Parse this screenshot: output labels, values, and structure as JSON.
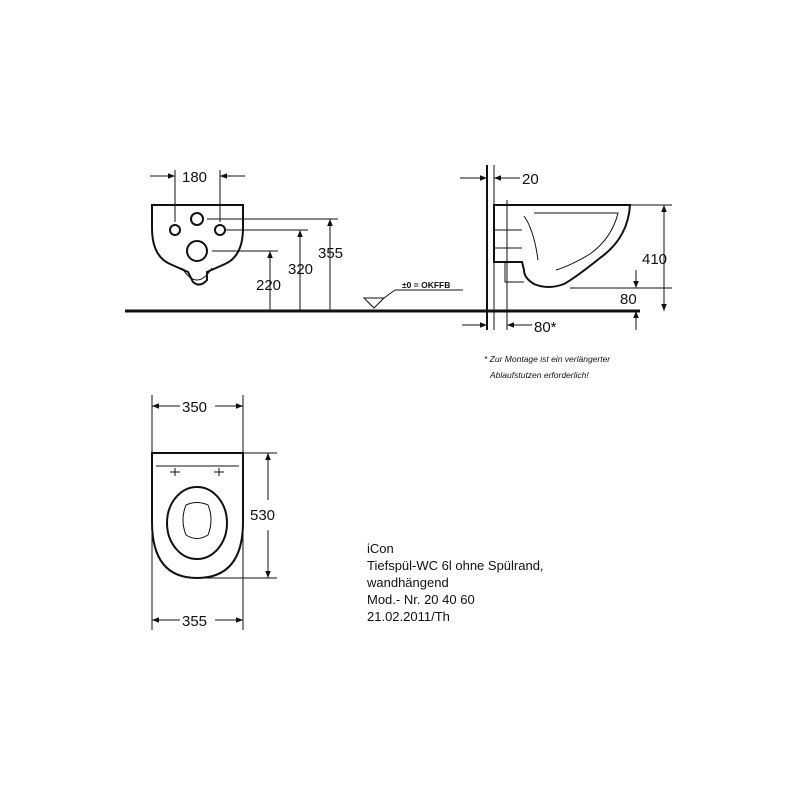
{
  "front_view": {
    "dims": {
      "width_connections": "180",
      "height_top": "355",
      "height_mid": "320",
      "height_low": "220"
    }
  },
  "floor_ref": "±0 = OKFFB",
  "side_view": {
    "dims": {
      "top_offset": "20",
      "height": "410",
      "floor_gap": "80",
      "wall_gap": "80*"
    },
    "note": [
      "* Zur Montage ist ein verlängerter",
      "Ablaufstutzen erforderlich!"
    ]
  },
  "top_view": {
    "dims": {
      "width_top": "350",
      "depth": "530",
      "width_bottom": "355"
    }
  },
  "info": {
    "lines": [
      "iCon",
      "Tiefspül-WC 6l ohne Spülrand,",
      "wandhängend",
      "Mod.- Nr. 20 40 60",
      "21.02.2011/Th"
    ]
  }
}
